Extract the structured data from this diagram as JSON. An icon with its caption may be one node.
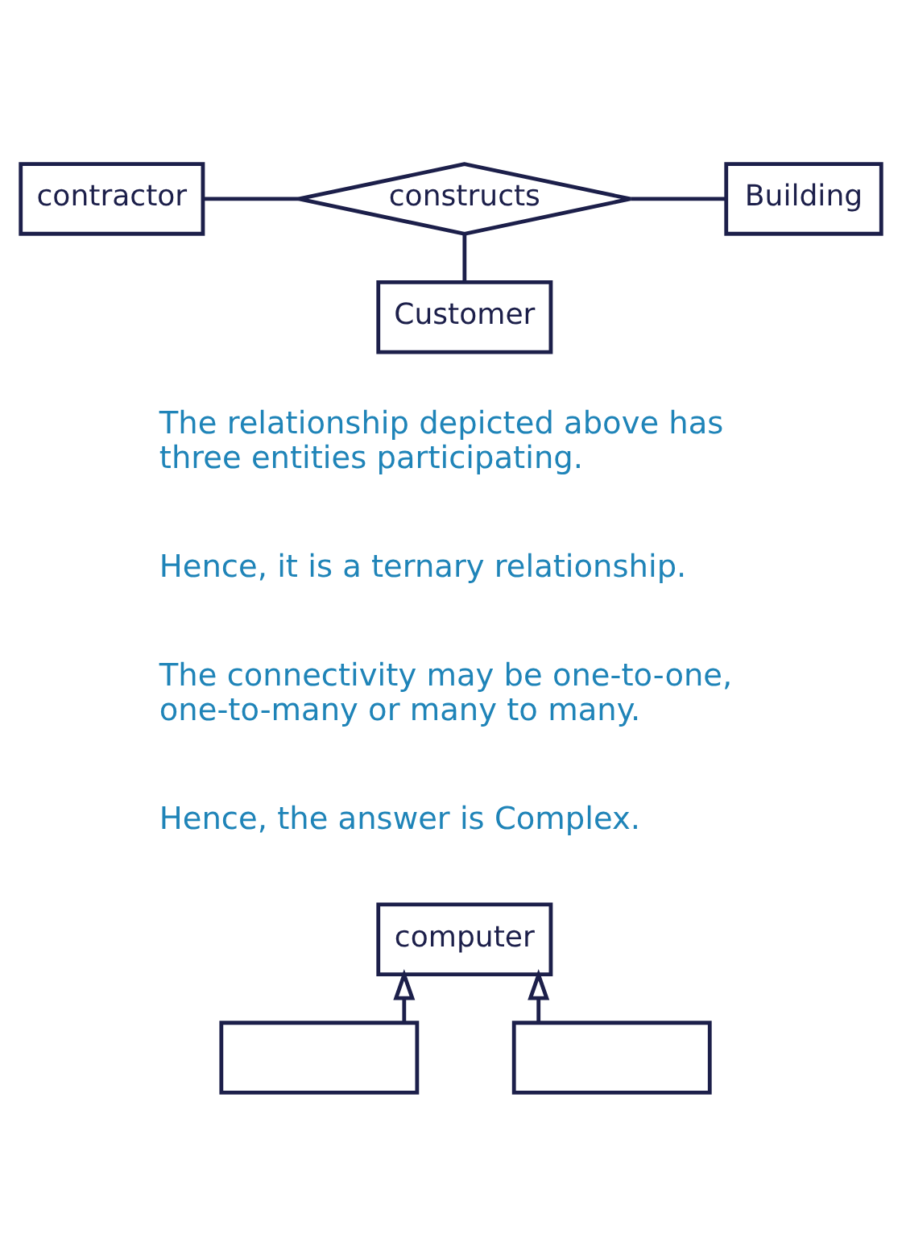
{
  "diagram": {
    "nodes": [
      {
        "text": [
          "contractor"
        ]
      },
      {
        "text": [
          "constructs"
        ]
      },
      {
        "text": [
          "Building"
        ]
      },
      {
        "text": [
          "Customer"
        ]
      },
      {
        "text": [
          "computer"
        ]
      },
      {
        "text": [],
        "shape": "box"
      },
      {
        "text": [],
        "shape": "box"
      }
    ],
    "edges": [
      {
        "from": 0,
        "to": 1,
        "arrow": "none"
      },
      {
        "from": 1,
        "to": 2,
        "arrow": "none"
      },
      {
        "from": 1,
        "to": 3,
        "arrow": "none"
      },
      {
        "from": 5,
        "to": 4,
        "arrow": "to"
      },
      {
        "from": 6,
        "to": 4,
        "arrow": "to"
      }
    ],
    "labels": [
      "The relationship depicted above has three entities participating.",
      "Hence, it is a ternary relationship.",
      "The connectivity may be one-to-one, one-to-many or many to many.",
      "Hence, the answer is Complex."
    ]
  }
}
